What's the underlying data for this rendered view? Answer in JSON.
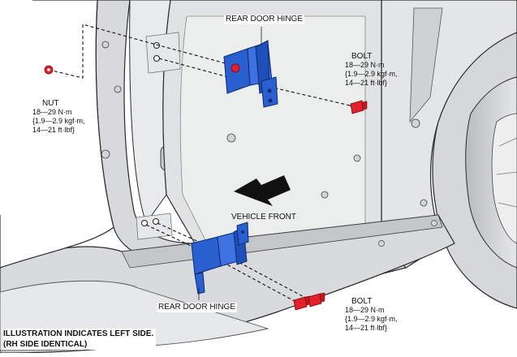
{
  "labels": {
    "rear_door_hinge_upper": "REAR DOOR HINGE",
    "rear_door_hinge_lower": "REAR DOOR HINGE",
    "vehicle_front": "VEHICLE FRONT"
  },
  "fasteners": {
    "nut": {
      "name": "NUT",
      "torque_line1": "18—29 N·m",
      "torque_line2": "{1.9—2.9 kgf·m,",
      "torque_line3": "14—21 ft·lbf}"
    },
    "bolt_upper": {
      "name": "BOLT",
      "torque_line1": "18—29 N·m",
      "torque_line2": "{1.9—2.9 kgf·m,",
      "torque_line3": "14—21 ft·lbf}"
    },
    "bolt_lower": {
      "name": "BOLT",
      "torque_line1": "18—29 N·m",
      "torque_line2": "{1.9—2.9 kgf·m,",
      "torque_line3": "14—21 ft·lbf}"
    }
  },
  "note": {
    "line1": "ILLUSTRATION INDICATES LEFT SIDE.",
    "line2": "(RH SIDE IDENTICAL)"
  },
  "colors": {
    "body_panel": "#e4e5e7",
    "panel_shade": "#c9cbce",
    "outline": "#2a2a2a",
    "hinge_blue": "#2a5fd0",
    "fastener_red": "#e0202a",
    "arrow": "#111111"
  }
}
